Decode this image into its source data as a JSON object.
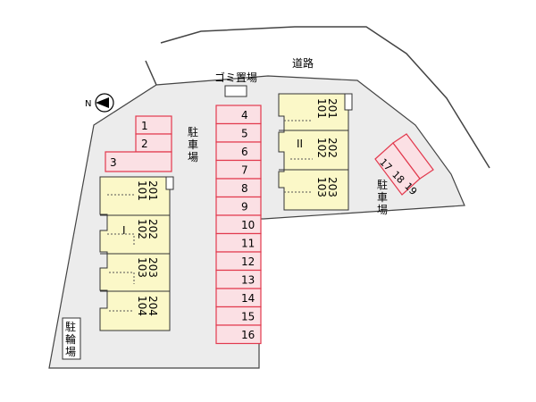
{
  "labels": {
    "road": "道路",
    "garbage": "ゴミ置場",
    "parking_center": "駐車場",
    "parking_right": "駐車場",
    "bike": "駐輪場",
    "north": "N"
  },
  "building_1": {
    "name": "I",
    "units": [
      {
        "top": "201",
        "bottom": "101"
      },
      {
        "top": "202",
        "bottom": "102"
      },
      {
        "top": "203",
        "bottom": "103"
      },
      {
        "top": "204",
        "bottom": "104"
      }
    ]
  },
  "building_2": {
    "name": "II",
    "units": [
      {
        "top": "201",
        "bottom": "101"
      },
      {
        "top": "202",
        "bottom": "102"
      },
      {
        "top": "203",
        "bottom": "103"
      }
    ]
  },
  "parking_left": [
    "1",
    "2",
    "3"
  ],
  "parking_center_slots": [
    "4",
    "5",
    "6",
    "7",
    "8",
    "9",
    "10",
    "11",
    "12",
    "13",
    "14",
    "15",
    "16"
  ],
  "parking_right_slots": [
    "17",
    "18",
    "19"
  ],
  "colors": {
    "lot": "#ececec",
    "slot_fill": "#fbe0e4",
    "slot_border": "#e23a4e",
    "building": "#fbf8c8"
  }
}
